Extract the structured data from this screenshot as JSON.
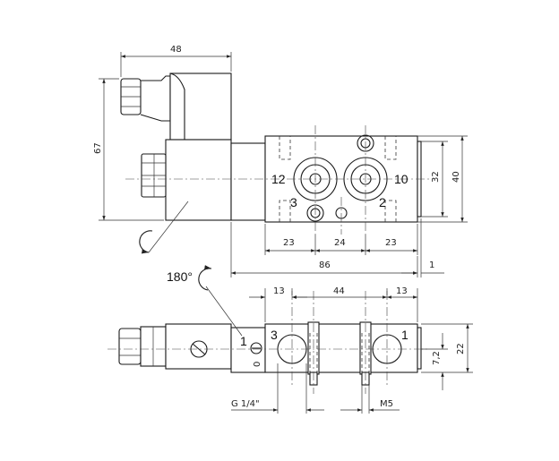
{
  "dimensions": {
    "d48": "48",
    "d67": "67",
    "d32": "32",
    "d40": "40",
    "d23a": "23",
    "d24": "24",
    "d23b": "23",
    "d86": "86",
    "d1": "1",
    "d13a": "13",
    "d44": "44",
    "d13b": "13",
    "d7_2": "7,2",
    "d22": "22",
    "thread_g": "G 1/4\"",
    "thread_m": "M5"
  },
  "ports": {
    "p12": "12",
    "p10": "10",
    "p3_top": "3",
    "p2": "2",
    "p3_bottom": "3",
    "p1": "1"
  },
  "switch": {
    "on": "1",
    "off": "0"
  },
  "rotation": {
    "angle": "180°"
  }
}
